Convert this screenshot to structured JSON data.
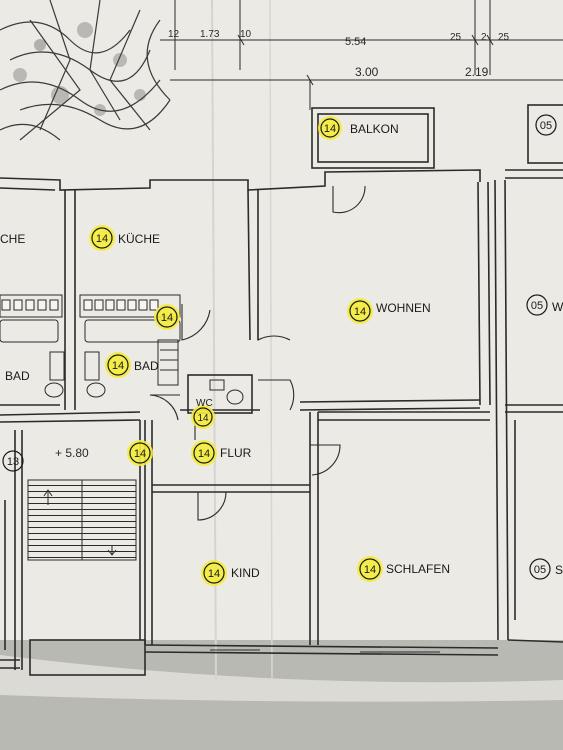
{
  "colors": {
    "paper": "#eceae4",
    "line": "#2b2b2b",
    "highlight": "#f4ec3a",
    "shadow": "#b8b8b2"
  },
  "dimensions": {
    "d1": "12",
    "d2": "1.73",
    "d3": "10",
    "d4": "5.54",
    "d5": "25",
    "d6": "2",
    "d7": "25",
    "d8": "3.00",
    "d9": "2.19",
    "d10": "+ 5.80"
  },
  "rooms": {
    "balkon": "BALKON",
    "kueche": "KÜCHE",
    "kueche_left": "CHE",
    "wohnen": "WOHNEN",
    "bad": "BAD",
    "bad_left": "BAD",
    "wc": "WC",
    "flur": "FLUR",
    "kind": "KIND",
    "schlafen": "SCHLAFEN",
    "right_w": "W",
    "right_s": "S"
  },
  "unit_tags": {
    "balkon": "14",
    "kueche": "14",
    "bathtub": "14",
    "bad": "14",
    "wc": "14",
    "wohnen": "14",
    "stair": "14",
    "flur": "14",
    "kind": "14",
    "schlafen": "14",
    "right_top": "05",
    "right_mid": "05",
    "right_bot": "05",
    "left_stair": "13"
  }
}
